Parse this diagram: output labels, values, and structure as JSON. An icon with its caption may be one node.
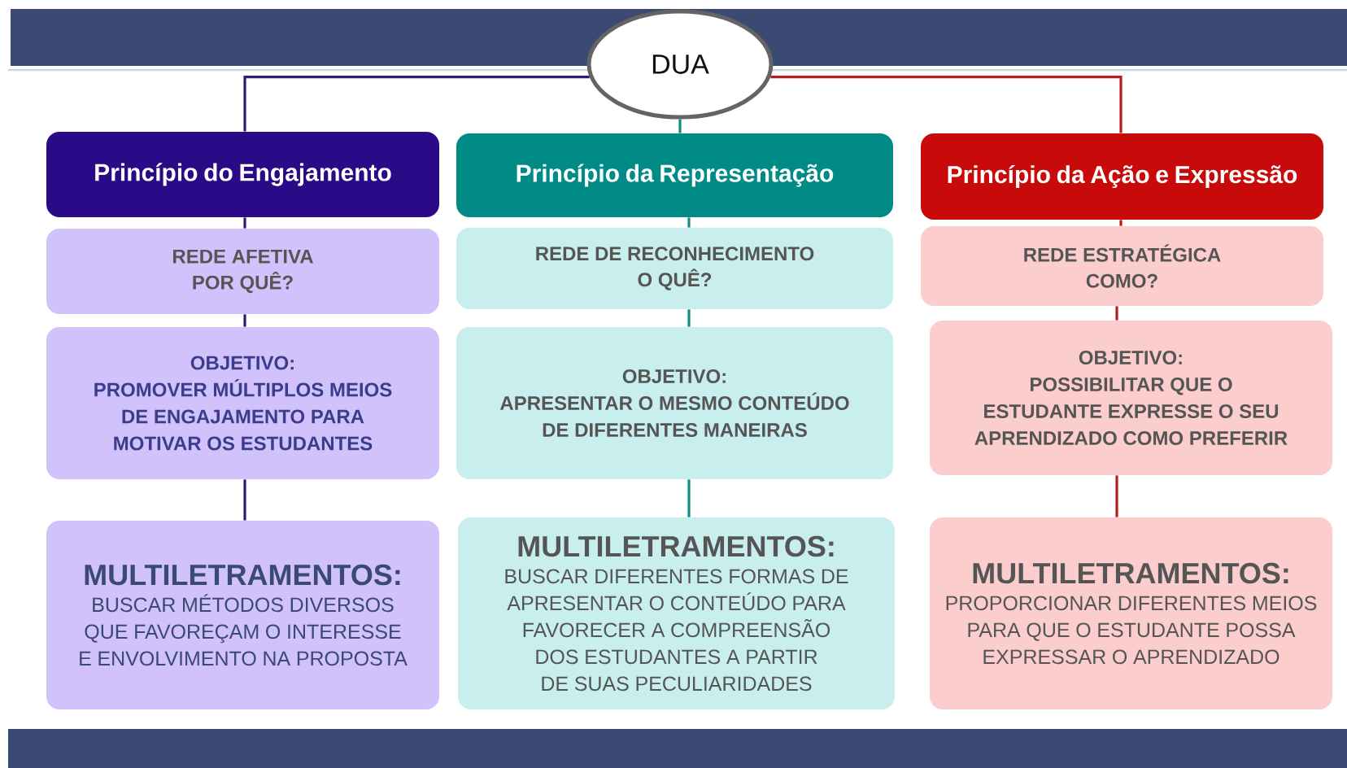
{
  "diagram": {
    "nodes": [
      {
        "text": [
          "DUA"
        ]
      },
      {
        "text": [
          "Princípio do Engajamento"
        ]
      },
      {
        "text": [
          "Princípio da Representação"
        ]
      },
      {
        "text": [
          "Princípio da Ação e Expressão"
        ]
      },
      {
        "text": [
          "REDE AFETIVA",
          "POR QUÊ?"
        ]
      },
      {
        "text": [
          "REDE DE RECONHECIMENTO",
          "O QUÊ?"
        ]
      },
      {
        "text": [
          "REDE ESTRATÉGICA",
          "COMO?"
        ]
      },
      {
        "text": [
          "OBJETIVO:",
          "PROMOVER MÚLTIPLOS MEIOS DE ENGAJAMENTO PARA MOTIVAR OS ESTUDANTES"
        ]
      },
      {
        "text": [
          "OBJETIVO:",
          "APRESENTAR O MESMO CONTEÚDO DE DIFERENTES MANEIRAS"
        ]
      },
      {
        "text": [
          "OBJETIVO:",
          "POSSIBILITAR QUE O ESTUDANTE EXPRESSE O SEU APRENDIZADO COMO PREFERIR"
        ]
      },
      {
        "text": [
          "MULTILETRAMENTOS:",
          "BUSCAR MÉTODOS DIVERSOS QUE FAVOREÇAM O INTERESSE E ENVOLVIMENTO NA PROPOSTA"
        ]
      },
      {
        "text": [
          "MULTILETRAMENTOS:",
          "BUSCAR DIFERENTES FORMAS DE APRESENTAR O CONTEÚDO PARA FAVORECER A COMPREENSÃO DOS ESTUDANTES A PARTIR DE SUAS PECULIARIDADES"
        ]
      },
      {
        "text": [
          "MULTILETRAMENTOS:",
          "PROPORCIONAR DIFERENTES MEIOS PARA QUE O ESTUDANTE POSSA EXPRESSAR O APRENDIZADO"
        ]
      }
    ],
    "edges": [
      {
        "from": 0,
        "to": 1,
        "arrow": "none",
        "color": "#2e1a7a"
      },
      {
        "from": 0,
        "to": 2,
        "arrow": "none",
        "color": "#0f8b88"
      },
      {
        "from": 0,
        "to": 3,
        "arrow": "none",
        "color": "#b81c1c"
      },
      {
        "from": 1,
        "to": 4,
        "arrow": "none",
        "color": "#2e1a7a"
      },
      {
        "from": 4,
        "to": 7,
        "arrow": "none",
        "color": "#2e1a7a"
      },
      {
        "from": 7,
        "to": 10,
        "arrow": "none",
        "color": "#2e1a7a"
      },
      {
        "from": 2,
        "to": 5,
        "arrow": "none",
        "color": "#0f8b88"
      },
      {
        "from": 5,
        "to": 8,
        "arrow": "none",
        "color": "#0f8b88"
      },
      {
        "from": 8,
        "to": 11,
        "arrow": "none",
        "color": "#0f8b88"
      },
      {
        "from": 3,
        "to": 6,
        "arrow": "none",
        "color": "#b81c1c"
      },
      {
        "from": 6,
        "to": 9,
        "arrow": "none",
        "color": "#b81c1c"
      },
      {
        "from": 9,
        "to": 12,
        "arrow": "none",
        "color": "#b81c1c"
      }
    ]
  }
}
